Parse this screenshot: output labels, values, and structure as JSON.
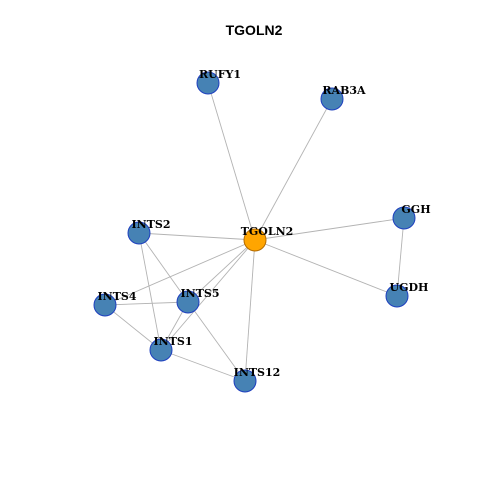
{
  "title": "TGOLN2",
  "colors": {
    "hub_fill": "#FFA500",
    "hub_stroke": "#B36B00",
    "node_fill": "#4682B4",
    "node_stroke": "#1E3FBF",
    "edge": "#B3B3B3",
    "background": "#FFFFFF"
  },
  "nodes": [
    {
      "id": "TGOLN2",
      "label": "TGOLN2",
      "hub": true
    },
    {
      "id": "RUFY1",
      "label": "RUFY1",
      "hub": false
    },
    {
      "id": "RAB3A",
      "label": "RAB3A",
      "hub": false
    },
    {
      "id": "GGH",
      "label": "GGH",
      "hub": false
    },
    {
      "id": "UGDH",
      "label": "UGDH",
      "hub": false
    },
    {
      "id": "INTS2",
      "label": "INTS2",
      "hub": false
    },
    {
      "id": "INTS4",
      "label": "INTS4",
      "hub": false
    },
    {
      "id": "INTS5",
      "label": "INTS5",
      "hub": false
    },
    {
      "id": "INTS1",
      "label": "INTS1",
      "hub": false
    },
    {
      "id": "INTS12",
      "label": "INTS12",
      "hub": false
    }
  ],
  "edges": [
    [
      "TGOLN2",
      "RUFY1"
    ],
    [
      "TGOLN2",
      "RAB3A"
    ],
    [
      "TGOLN2",
      "GGH"
    ],
    [
      "TGOLN2",
      "UGDH"
    ],
    [
      "TGOLN2",
      "INTS2"
    ],
    [
      "TGOLN2",
      "INTS4"
    ],
    [
      "TGOLN2",
      "INTS5"
    ],
    [
      "TGOLN2",
      "INTS1"
    ],
    [
      "TGOLN2",
      "INTS12"
    ],
    [
      "GGH",
      "UGDH"
    ],
    [
      "INTS2",
      "INTS5"
    ],
    [
      "INTS2",
      "INTS1"
    ],
    [
      "INTS4",
      "INTS5"
    ],
    [
      "INTS4",
      "INTS1"
    ],
    [
      "INTS5",
      "INTS1"
    ],
    [
      "INTS5",
      "INTS12"
    ],
    [
      "INTS1",
      "INTS12"
    ]
  ]
}
